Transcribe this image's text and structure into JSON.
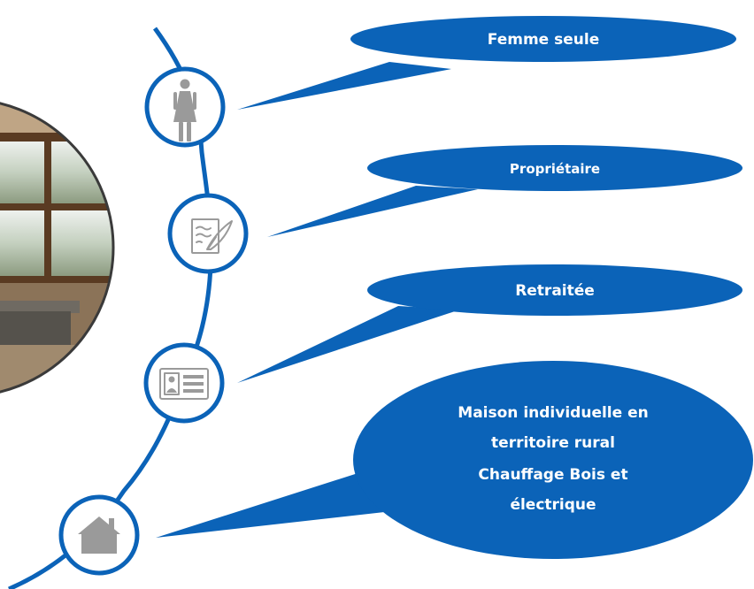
{
  "colors": {
    "accent": "#0B63B8",
    "icon": "#9a9a9a",
    "photo_border": "#3a3a3a"
  },
  "photo": {
    "icon": "room-with-windows-photo"
  },
  "nodes": [
    {
      "icon": "woman-icon",
      "label": "Femme seule"
    },
    {
      "icon": "contract-quill-icon",
      "label": "Propriétaire"
    },
    {
      "icon": "id-card-icon",
      "label": "Retraitée"
    },
    {
      "icon": "house-icon",
      "label_lines": [
        "Maison individuelle en",
        "territoire rural",
        "Chauffage Bois et",
        "électrique"
      ]
    }
  ]
}
